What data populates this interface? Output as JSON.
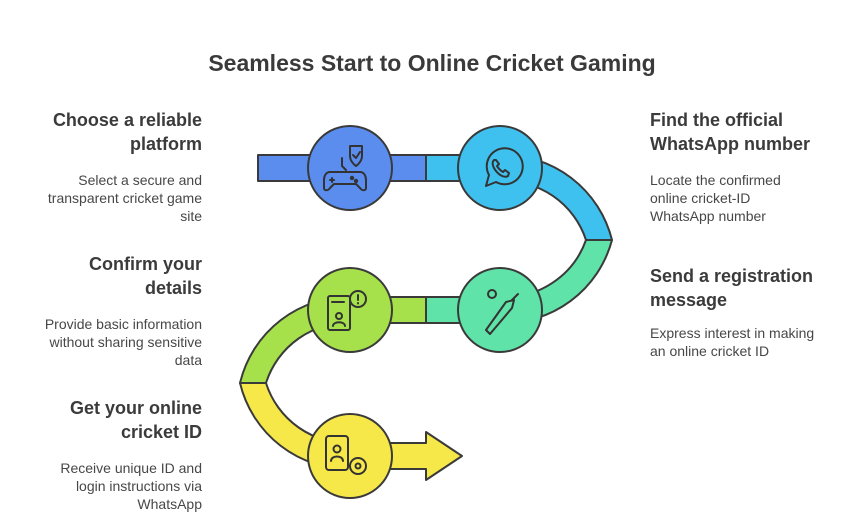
{
  "title": "Seamless Start to Online Cricket Gaming",
  "steps": [
    {
      "heading_line1": "Choose a reliable",
      "heading_line2": "platform",
      "desc_line1": "Select a secure and",
      "desc_line2": "transparent cricket game",
      "desc_line3": "site",
      "color": "#5b8def",
      "icon": "gamepad-shield-icon"
    },
    {
      "heading_line1": "Find the official",
      "heading_line2": "WhatsApp number",
      "desc_line1": "Locate the confirmed",
      "desc_line2": "online cricket-ID",
      "desc_line3": "WhatsApp number",
      "color": "#3fc1ef",
      "icon": "whatsapp-icon"
    },
    {
      "heading_line1": "Send a registration",
      "heading_line2": "message",
      "desc_line1": "Express interest in making",
      "desc_line2": "an online cricket ID",
      "desc_line3": "",
      "color": "#5fe3a8",
      "icon": "cricket-bat-icon"
    },
    {
      "heading_line1": "Confirm your",
      "heading_line2": "details",
      "desc_line1": "Provide basic information",
      "desc_line2": "without sharing sensitive",
      "desc_line3": "data",
      "color": "#a6e04a",
      "icon": "user-alert-icon"
    },
    {
      "heading_line1": "Get your online",
      "heading_line2": "cricket ID",
      "desc_line1": "Receive unique ID and",
      "desc_line2": "login instructions via",
      "desc_line3": "WhatsApp",
      "color": "#f7e84a",
      "icon": "id-card-icon"
    }
  ]
}
